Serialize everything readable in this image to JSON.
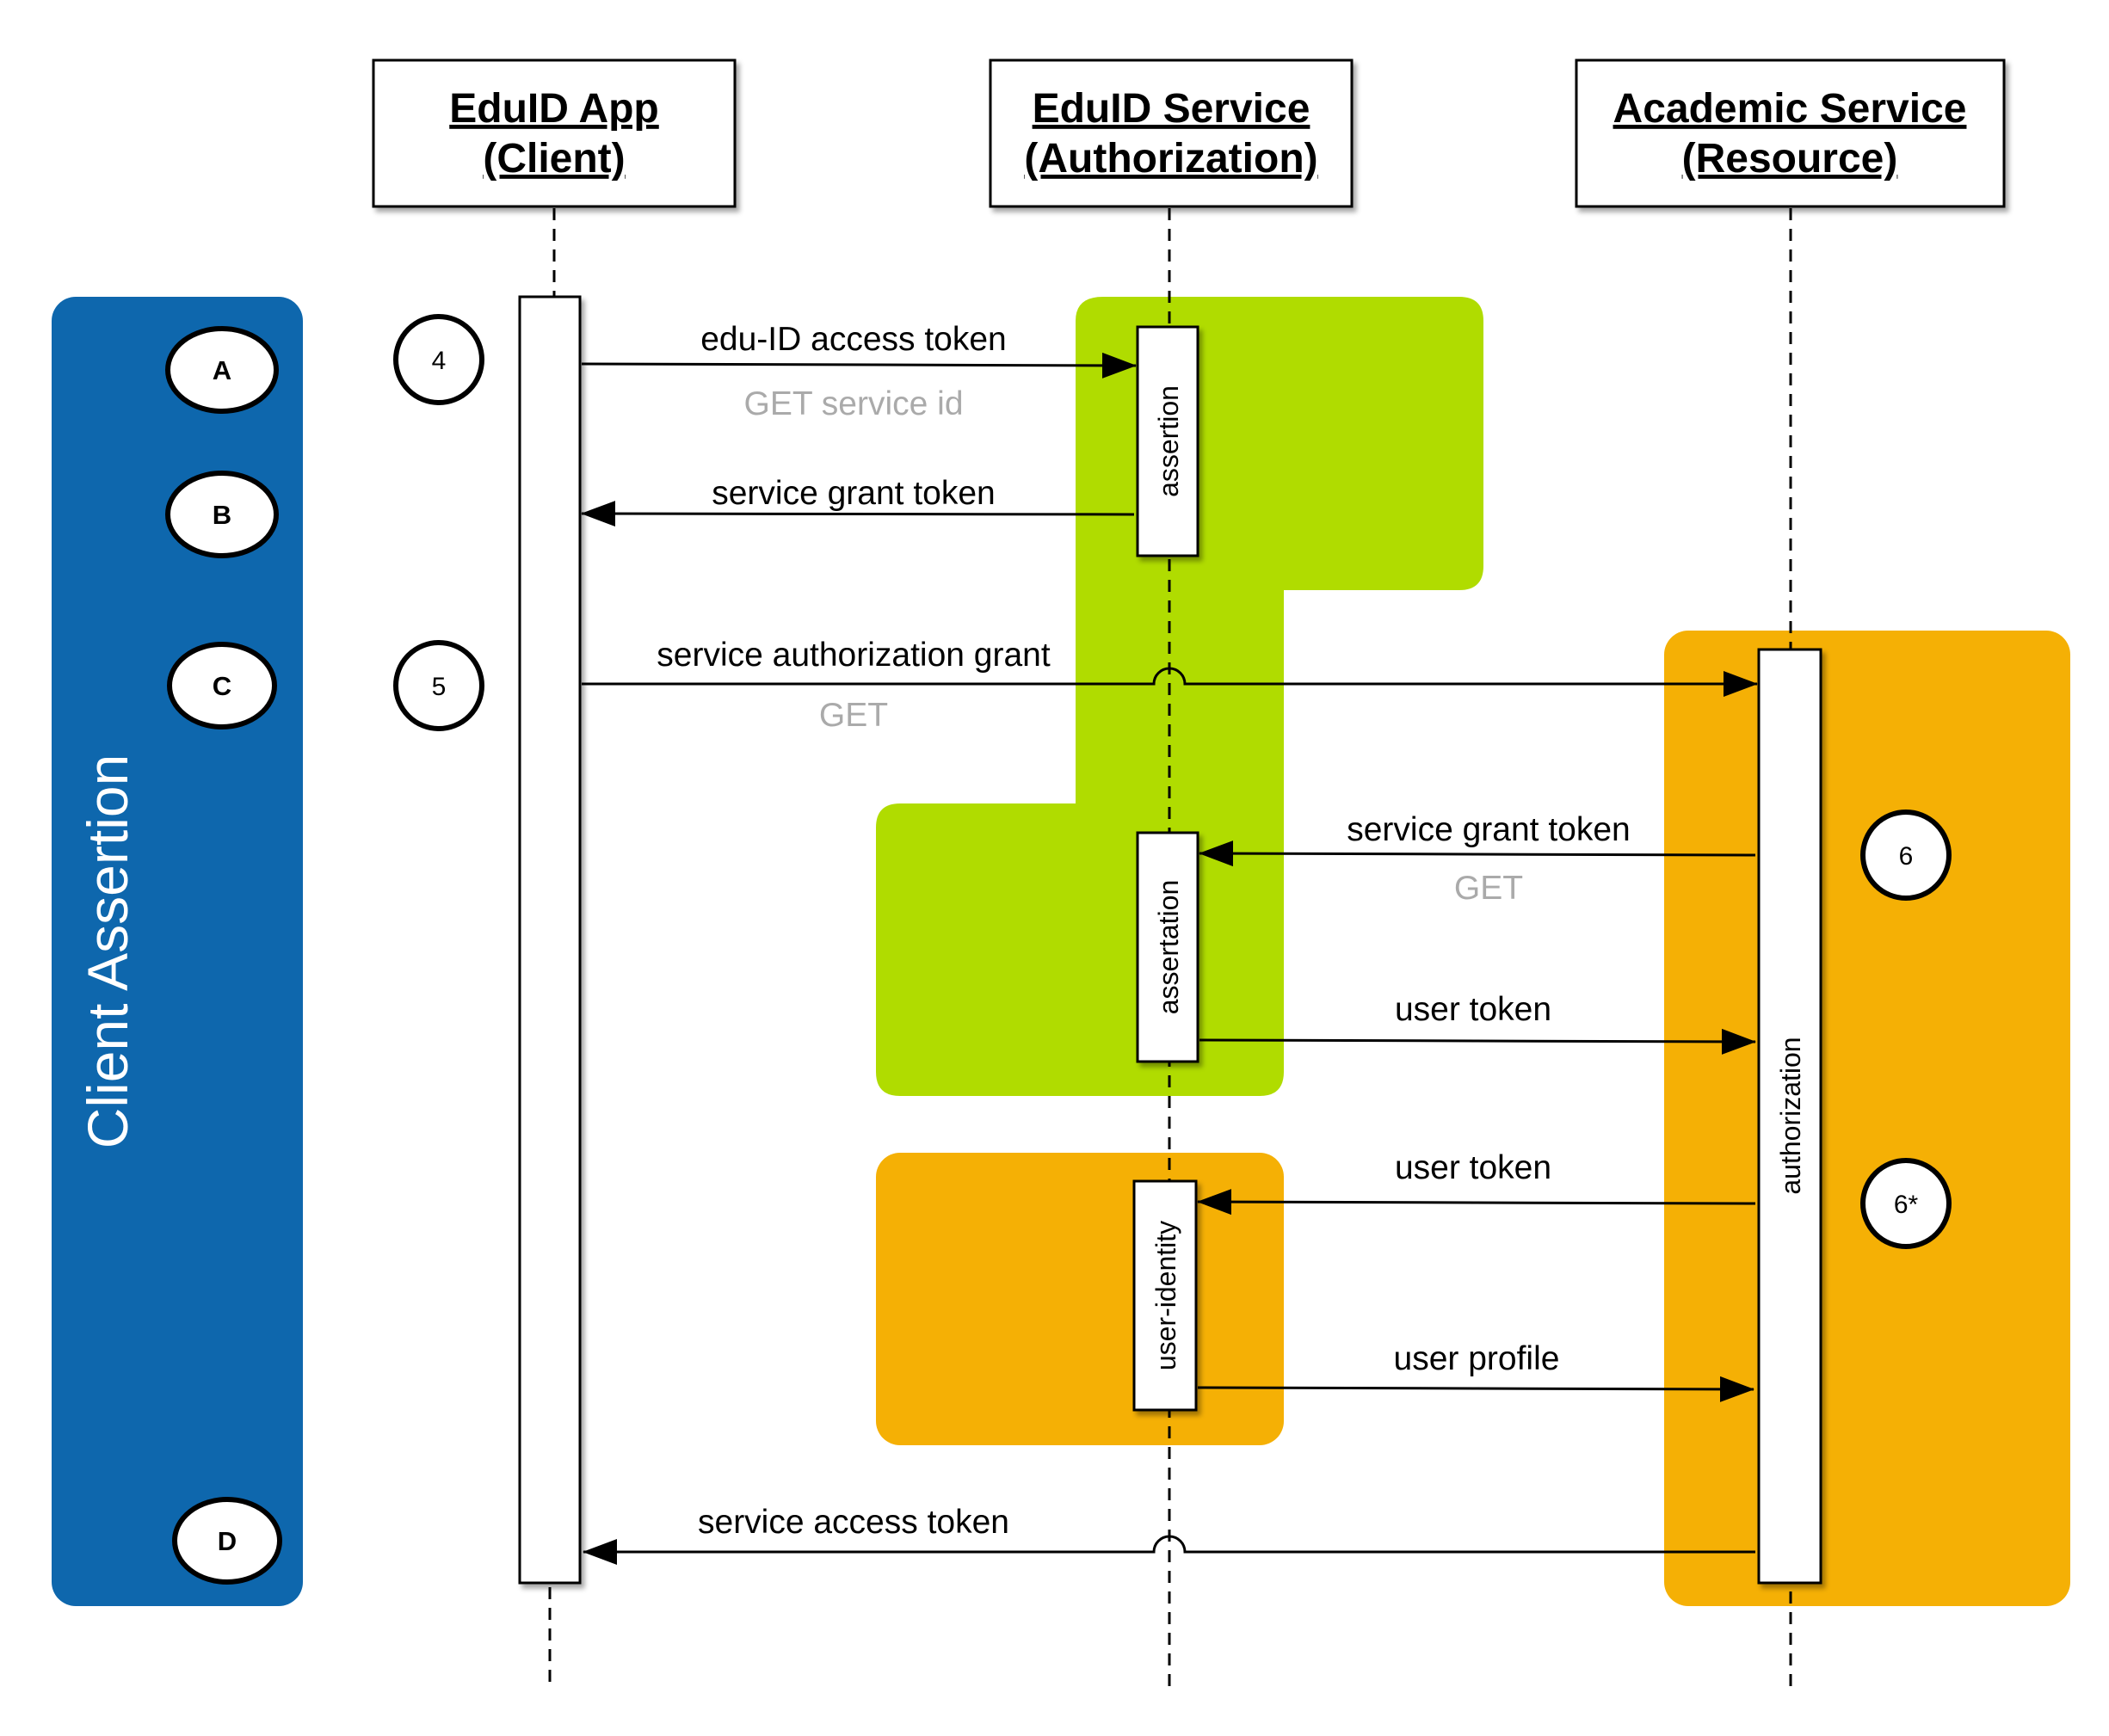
{
  "participants": [
    {
      "id": "client",
      "line1": "EduID App",
      "line2": "(Client)"
    },
    {
      "id": "auth",
      "line1": "EduID Service",
      "line2": "(Authorization)"
    },
    {
      "id": "resource",
      "line1": "Academic Service",
      "line2": "(Resource)"
    }
  ],
  "side_panel": {
    "label": "Client Assertion",
    "color": "#0e67ad"
  },
  "phase_markers": {
    "a": "A",
    "b": "B",
    "c": "C",
    "d": "D"
  },
  "step_markers": {
    "s4": "4",
    "s5": "5",
    "s6": "6",
    "s6b": "6*"
  },
  "activations": {
    "assertion": "assertion",
    "assertation": "assertation",
    "user_identity": "user-identity",
    "authorization": "authorization"
  },
  "messages": {
    "m1": {
      "label": "edu-ID access token",
      "method": "GET  service id"
    },
    "m2": {
      "label": "service grant token"
    },
    "m3": {
      "label": "service authorization grant",
      "method": "GET"
    },
    "m4": {
      "label": "service grant token",
      "method": "GET"
    },
    "m5": {
      "label": "user token"
    },
    "m6": {
      "label": "user token"
    },
    "m7": {
      "label": "user profile"
    },
    "m8": {
      "label": "service access token"
    }
  },
  "colors": {
    "green": "#b0dc00",
    "orange": "#f5b005",
    "blue": "#0e67ad"
  }
}
